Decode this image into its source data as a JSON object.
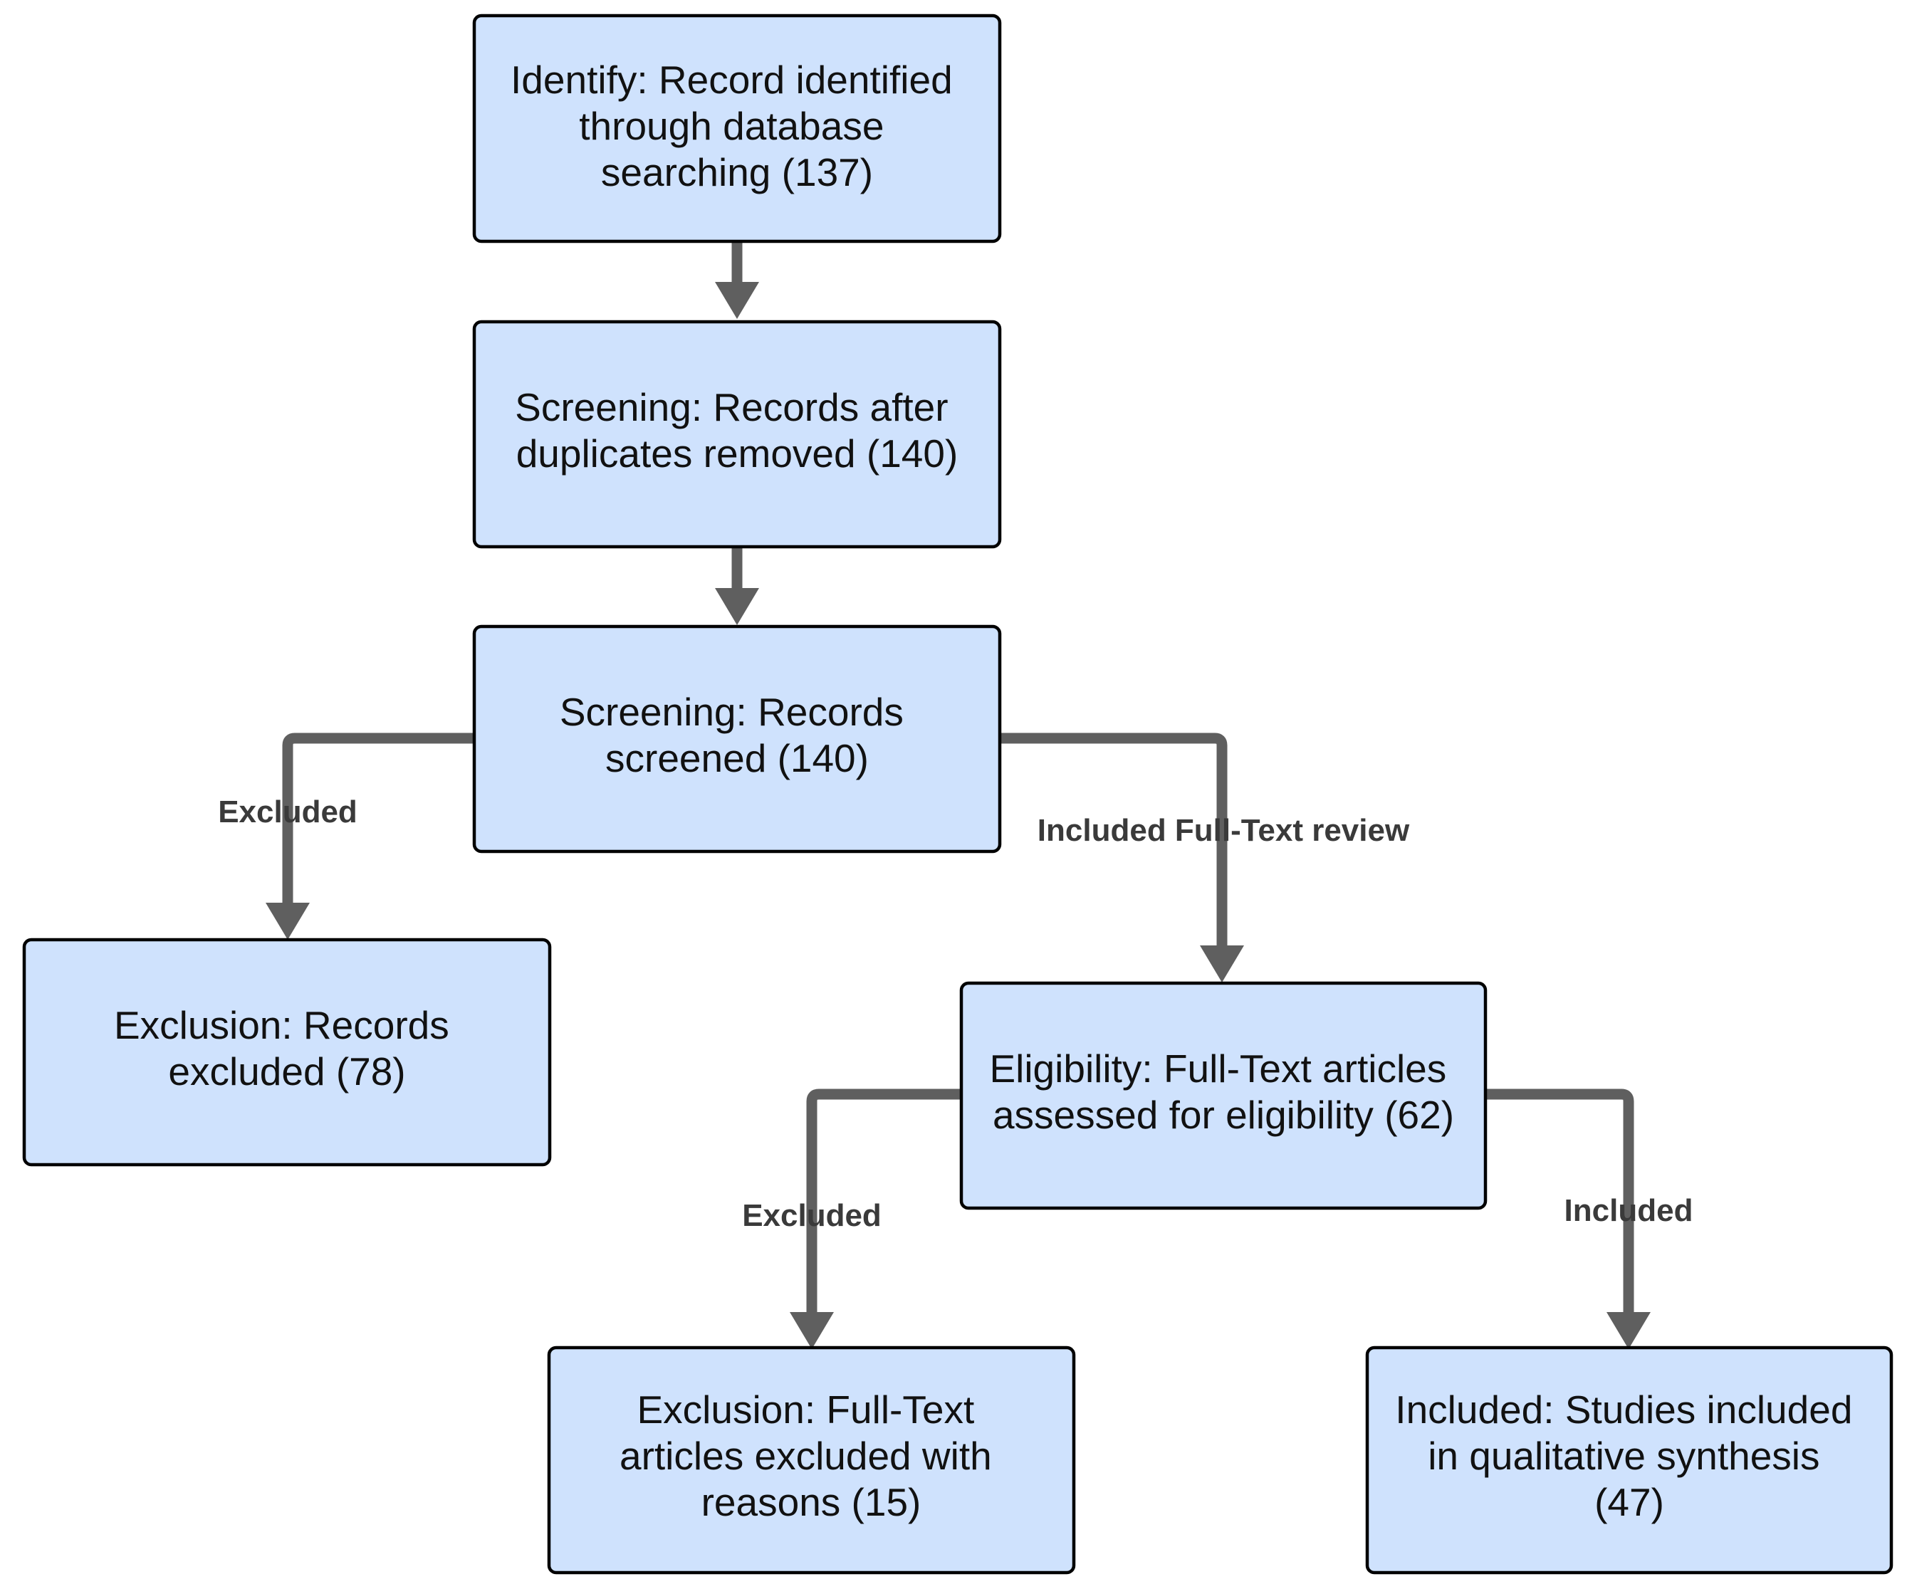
{
  "diagram": {
    "nodes": [
      {
        "id": "identify",
        "lines": [
          "Identify: Record identified",
          "through database",
          "searching (137)"
        ]
      },
      {
        "id": "dedup",
        "lines": [
          "Screening: Records after",
          "duplicates removed (140)"
        ]
      },
      {
        "id": "screened",
        "lines": [
          "Screening: Records",
          "screened (140)"
        ]
      },
      {
        "id": "excluded1",
        "lines": [
          "Exclusion: Records",
          "excluded (78)"
        ]
      },
      {
        "id": "eligibility",
        "lines": [
          "Eligibility: Full-Text articles",
          "assessed for eligibility (62)"
        ]
      },
      {
        "id": "excluded2",
        "lines": [
          "Exclusion: Full-Text",
          "articles excluded with",
          "reasons (15)"
        ]
      },
      {
        "id": "included",
        "lines": [
          "Included: Studies included",
          "in qualitative synthesis",
          "(47)"
        ]
      }
    ],
    "edges": [
      {
        "id": "identify-dedup",
        "from": "identify",
        "to": "dedup",
        "label": ""
      },
      {
        "id": "dedup-screened",
        "from": "dedup",
        "to": "screened",
        "label": ""
      },
      {
        "id": "screened-excluded1",
        "from": "screened",
        "to": "excluded1",
        "label": "Excluded"
      },
      {
        "id": "screened-eligibility",
        "from": "screened",
        "to": "eligibility",
        "label": "Included Full-Text review"
      },
      {
        "id": "eligibility-excluded2",
        "from": "eligibility",
        "to": "excluded2",
        "label": "Excluded"
      },
      {
        "id": "eligibility-included",
        "from": "eligibility",
        "to": "included",
        "label": "Included"
      }
    ],
    "colors": {
      "box_fill": "#cfe2fd",
      "box_border": "#000000",
      "connector": "#5f5f5f",
      "edge_label": "#3a3a3a"
    }
  }
}
